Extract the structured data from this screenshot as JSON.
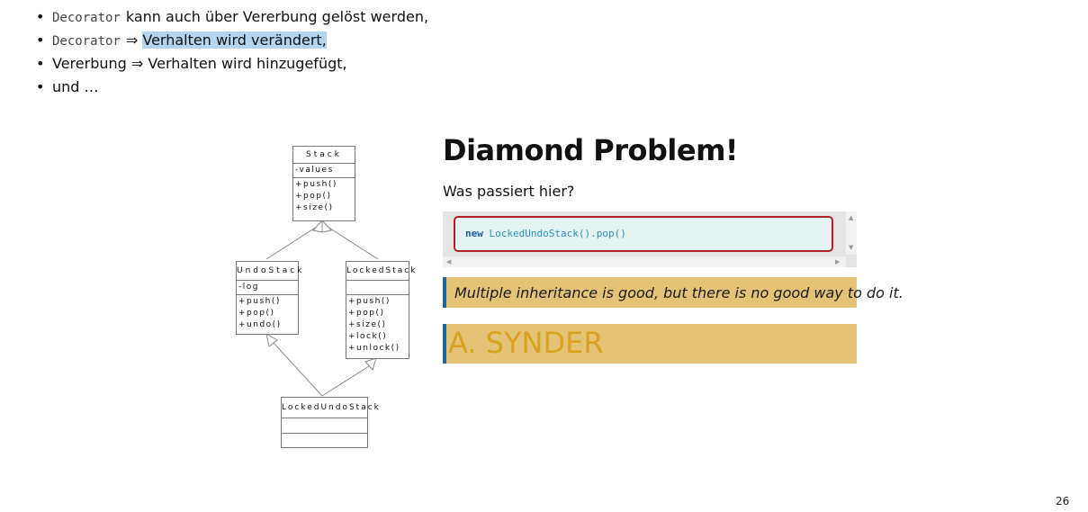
{
  "bullets": [
    {
      "code": "Decorator",
      "text": "kann auch über Vererbung gelöst werden,"
    },
    {
      "code": "Decorator",
      "arrow": "⇒",
      "text": "Verhalten wird verändert,"
    },
    {
      "lead": "Vererbung",
      "arrow": "⇒",
      "text": "Verhalten wird hinzugefügt,"
    },
    {
      "text": "und …"
    }
  ],
  "diagram": {
    "stack": {
      "name": "Stack",
      "attrs": "-values",
      "methods": [
        "+push()",
        "+pop()",
        "+size()"
      ]
    },
    "undo_stack": {
      "name": "UndoStack",
      "attrs": "-log",
      "methods": [
        "+push()",
        "+pop()",
        "+undo()"
      ]
    },
    "locked_stack": {
      "name": "LockedStack",
      "attrs": "",
      "methods": [
        "+push()",
        "+pop()",
        "+size()",
        "+lock()",
        "+unlock()"
      ]
    },
    "locked_undo_stack": {
      "name": "LockedUndoStack",
      "attrs": "",
      "methods": []
    }
  },
  "heading": "Diamond Problem!",
  "question": "Was passiert hier?",
  "code": {
    "keyword": "new",
    "rest": " LockedUndoStack().pop()"
  },
  "quote": "Multiple inheritance is good, but there is no good way to do it.",
  "author": "A. SYNDER",
  "page_number": "26",
  "colors": {
    "quote_bg": "#e4c377",
    "quote_bar": "#1769aa",
    "author_text": "#d8a21e",
    "code_border": "#b01f2a",
    "selection": "#b4d5f0"
  }
}
